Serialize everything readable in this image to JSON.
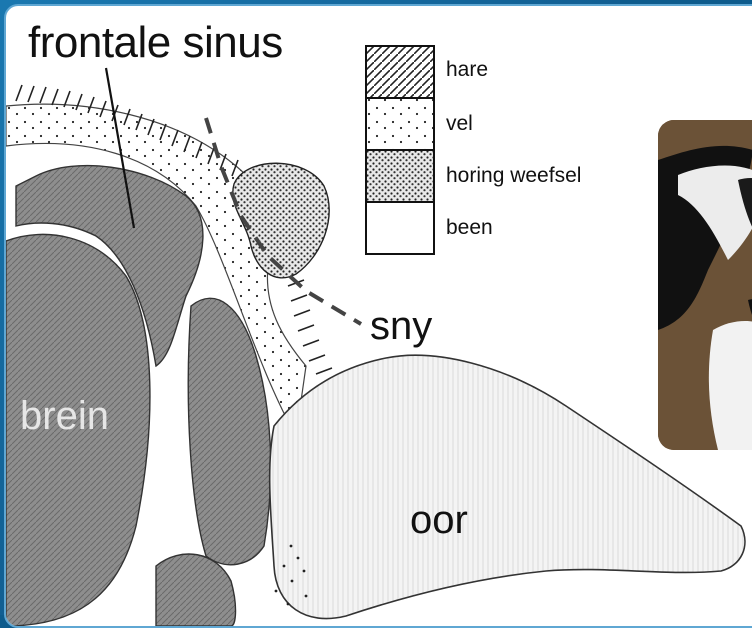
{
  "labels": {
    "frontal_sinus": "frontale sinus",
    "incision": "sny",
    "brain": "brein",
    "ear": "oor"
  },
  "legend": [
    {
      "pattern": "hatch",
      "label": "hare"
    },
    {
      "pattern": "sparse-dots",
      "label": "vel"
    },
    {
      "pattern": "dense-dots",
      "label": "horing weefsel"
    },
    {
      "pattern": "blank",
      "label": "been"
    }
  ],
  "colors": {
    "frame": "#0d5b8c",
    "panel_border": "#5fa7d3",
    "tissue": "#8a8a8a",
    "bone": "#ffffff"
  }
}
